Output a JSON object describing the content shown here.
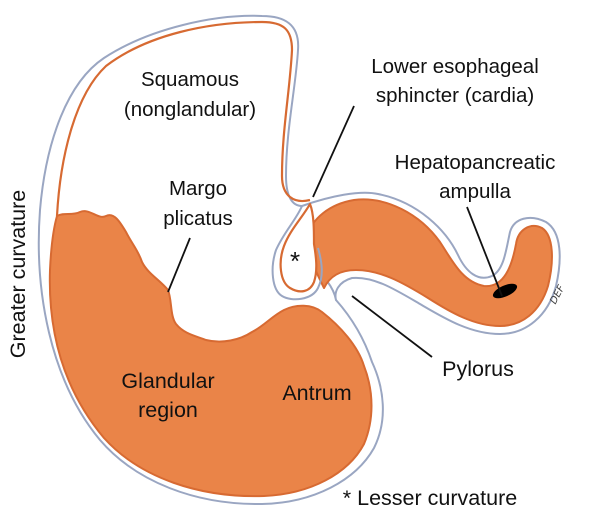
{
  "labels": {
    "squamous": "Squamous",
    "nonglandular": "(nonglandular)",
    "les_line1": "Lower esophageal",
    "les_line2": "sphincter (cardia)",
    "hepato_line1": "Hepatopancreatic",
    "hepato_line2": "ampulla",
    "margo_line1": "Margo",
    "margo_line2": "plicatus",
    "greater_curvature": "Greater curvature",
    "asterisk": "*",
    "glandular_line1": "Glandular",
    "glandular_line2": "region",
    "antrum": "Antrum",
    "pylorus": "Pylorus",
    "lesser_curvature": "* Lesser curvature",
    "signature": "DEF"
  },
  "colors": {
    "glandular_fill": "#ea8448",
    "mucosa_line": "#d76a32",
    "serosa_line": "#9aa6c2",
    "text": "#111111",
    "ampulla": "#000000",
    "background": "#ffffff"
  }
}
